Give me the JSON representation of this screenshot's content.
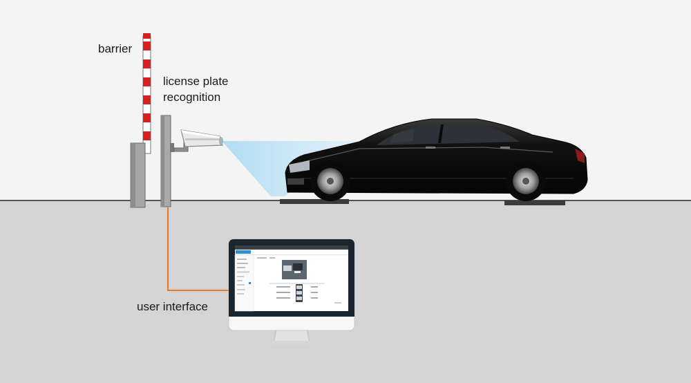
{
  "labels": {
    "barrier": "barrier",
    "license_plate_recognition": "license plate recognition",
    "user_interface": "user interface"
  },
  "colors": {
    "sky": "#f4f4f4",
    "ground": "#d4d4d4",
    "ground_line": "#555555",
    "barrier_red": "#d91f1f",
    "barrier_white": "#ffffff",
    "post_gray": "#a9a9a9",
    "cable_orange": "#e8772a",
    "camera_beam": "#bfe3f5",
    "car_body": "#0d0d0d",
    "monitor_bezel": "#1a2530",
    "monitor_body": "#f7f7f7"
  },
  "icons": {
    "barrier": "barrier-gate-icon",
    "camera": "lpr-camera-icon",
    "car": "car-icon",
    "monitor": "monitor-icon"
  }
}
